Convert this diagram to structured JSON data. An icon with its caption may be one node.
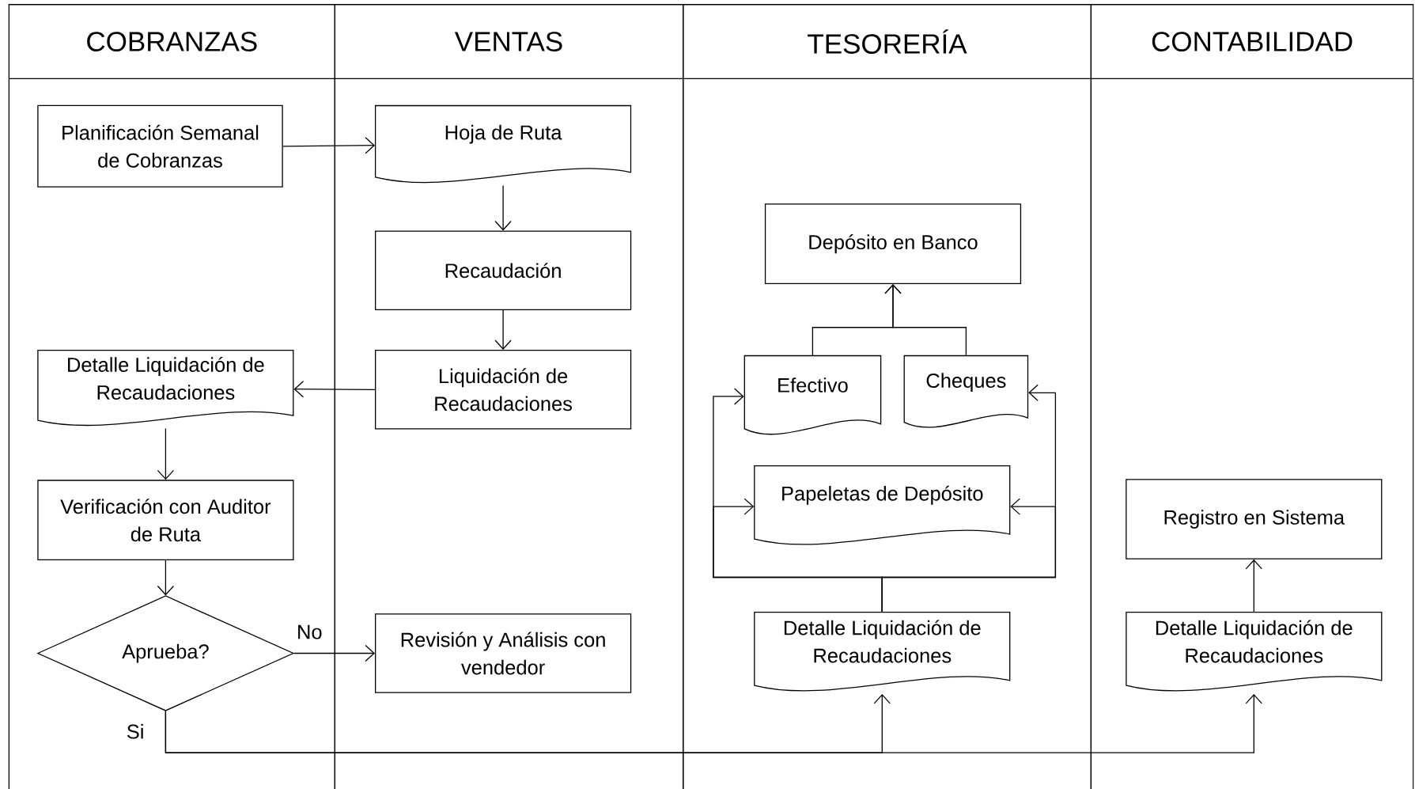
{
  "diagram": {
    "nodes": [
      {
        "text": [
          "COBRANZAS"
        ]
      },
      {
        "text": [
          "VENTAS"
        ]
      },
      {
        "text": [
          "TESORERÍA"
        ]
      },
      {
        "text": [
          "CONTABILIDAD"
        ]
      },
      {
        "text": [
          "Planificación Semanal de Cobranzas"
        ],
        "in": 0
      },
      {
        "text": [
          "Hoja de Ruta"
        ],
        "in": 1
      },
      {
        "text": [
          "Recaudación"
        ],
        "in": 1
      },
      {
        "text": [
          "Liquidación de Recaudaciones"
        ],
        "in": 1
      },
      {
        "text": [
          "Detalle Liquidación de Recaudaciones"
        ],
        "in": 0
      },
      {
        "text": [
          "Verificación con Auditor de Ruta"
        ],
        "in": 0
      },
      {
        "text": [
          "Aprueba?"
        ],
        "in": 0
      },
      {
        "text": [
          "Revisión y Análisis con vendedor"
        ],
        "in": 1
      },
      {
        "text": [
          "Depósito en Banco"
        ],
        "in": 2
      },
      {
        "text": [
          "Efectivo"
        ],
        "in": 2
      },
      {
        "text": [
          "Cheques"
        ],
        "in": 2
      },
      {
        "text": [
          "Papeletas de Depósito"
        ],
        "in": 2
      },
      {
        "text": [
          "Detalle Liquidación de Recaudaciones"
        ],
        "in": 2
      },
      {
        "text": [
          "Registro en Sistema"
        ],
        "in": 3
      },
      {
        "text": [
          "Detalle Liquidación de Recaudaciones"
        ],
        "in": 3
      }
    ],
    "edges": [
      {
        "from": 4,
        "to": 5,
        "arrow": "to"
      },
      {
        "from": 5,
        "to": 6,
        "arrow": "to"
      },
      {
        "from": 6,
        "to": 7,
        "arrow": "to"
      },
      {
        "from": 7,
        "to": 8,
        "arrow": "to"
      },
      {
        "from": 8,
        "to": 9,
        "arrow": "to"
      },
      {
        "from": 9,
        "to": 10,
        "arrow": "to"
      },
      {
        "from": 10,
        "to": 11,
        "arrow": "to",
        "label": "No"
      },
      {
        "from": 10,
        "to": 16,
        "arrow": "to",
        "label": "Si"
      },
      {
        "from": 10,
        "to": 18,
        "arrow": "to"
      },
      {
        "from": 18,
        "to": 17,
        "arrow": "to"
      },
      {
        "from": 13,
        "to": 12,
        "arrow": "to"
      },
      {
        "from": 14,
        "to": 12,
        "arrow": "to"
      },
      {
        "from": 16,
        "to": 13,
        "arrow": "to"
      },
      {
        "from": 16,
        "to": 15,
        "arrow": "to"
      },
      {
        "from": 16,
        "to": 15,
        "arrow": "to"
      },
      {
        "from": 16,
        "to": 14,
        "arrow": "to"
      }
    ]
  }
}
